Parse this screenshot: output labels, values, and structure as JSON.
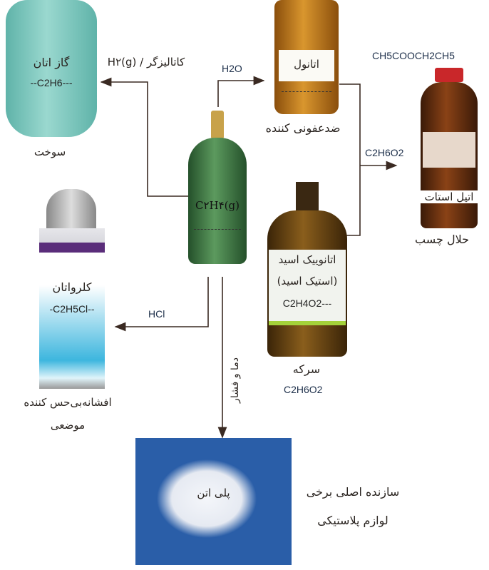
{
  "ethane": {
    "name": "گاز اتان",
    "formula": "C2H6",
    "use": "سوخت"
  },
  "hydrogenation": {
    "reagent": "H۲(g) / کاتالیزگر"
  },
  "hydration": {
    "reagent": "H2O"
  },
  "ethanol": {
    "name": "اتانول",
    "use": "ضدعفونی کننده"
  },
  "esterification": {
    "reagent": "C2H6O2"
  },
  "ethyl_acetate": {
    "formula": "CH5COOCH2CH5",
    "name": "اتیل استات",
    "use": "حلال چسب"
  },
  "ethylene": {
    "formula": "C۲H۴(g)"
  },
  "acetic_acid": {
    "name": "اتانوییک اسید",
    "alt_name": "(استیک اسید)",
    "formula": "C2H4O2",
    "use": "سرکه",
    "use_formula": "C2H6O2"
  },
  "chloroethane": {
    "name": "کلرواتان",
    "formula": "C2H5Cl",
    "use_line1": "افشانه‌بی‌حس کننده",
    "use_line2": "موضعی"
  },
  "hcl_addition": {
    "reagent": "HCl"
  },
  "polymerization": {
    "condition": "دما و فشار"
  },
  "polyethylene": {
    "name": "پلی اتن",
    "use_line1": "سازنده اصلی برخی",
    "use_line2": "لوازم پلاستیکی"
  },
  "colors": {
    "line": "#3a2a22",
    "ethane_tank": "#7cc9c0",
    "cylinder": "#3d7a45",
    "bottle": "#b8741c",
    "poly_bg": "#2a5ea8"
  }
}
